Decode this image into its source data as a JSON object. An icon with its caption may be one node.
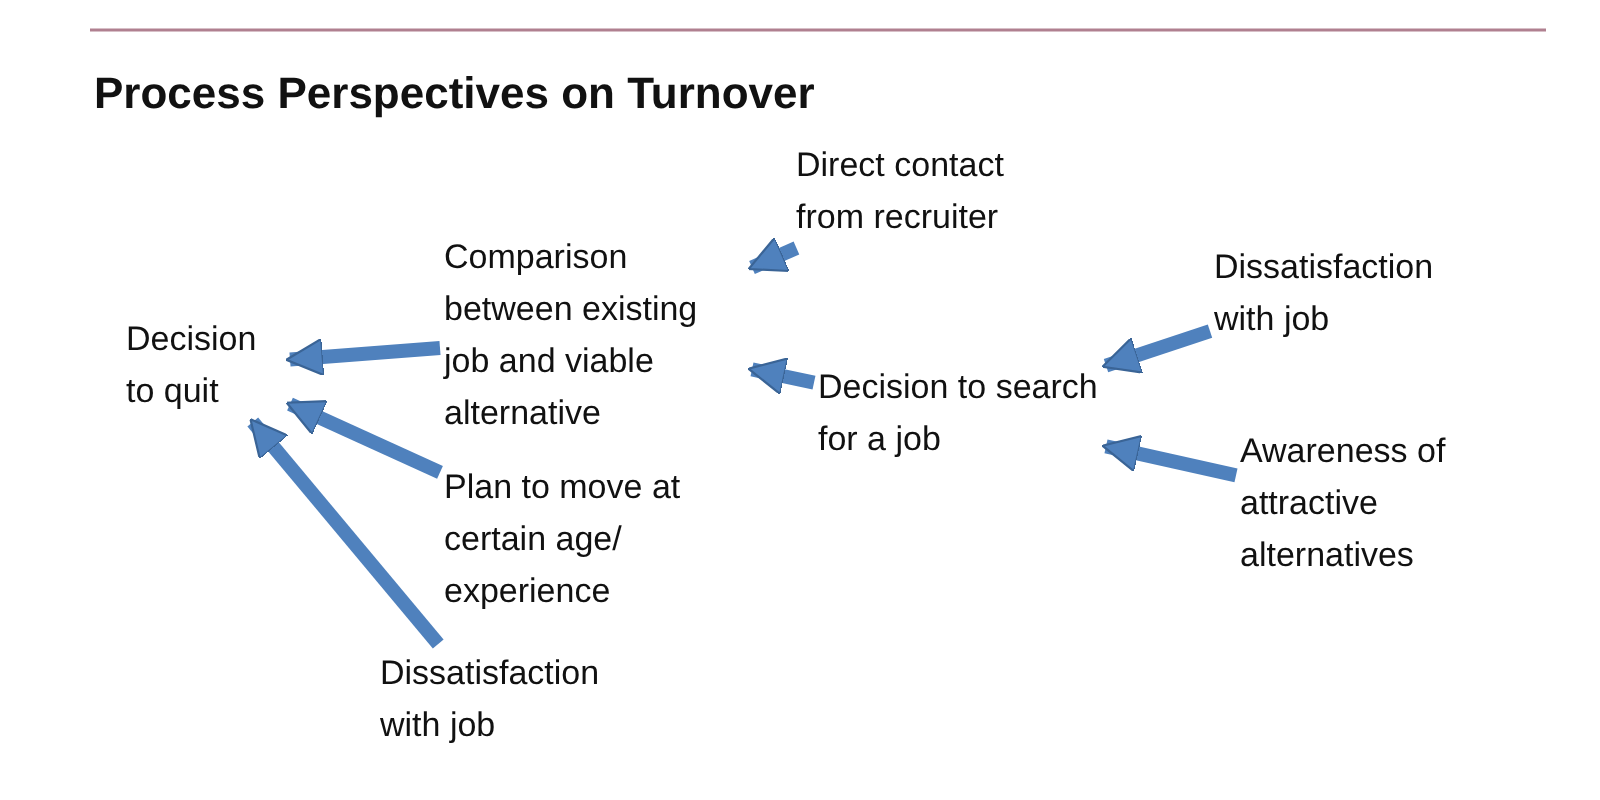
{
  "diagram": {
    "title": "Process Perspectives on Turnover",
    "nodes": [
      {
        "text": [
          "Decision to quit"
        ]
      },
      {
        "text": [
          "Comparison between existing job and viable alternative"
        ]
      },
      {
        "text": [
          "Direct contact from recruiter"
        ]
      },
      {
        "text": [
          "Dissatisfaction with job"
        ]
      },
      {
        "text": [
          "Decision to search for a job"
        ]
      },
      {
        "text": [
          "Awareness of attractive alternatives"
        ]
      },
      {
        "text": [
          "Plan to move at certain age/ experience"
        ]
      },
      {
        "text": [
          "Dissatisfaction with job"
        ]
      }
    ],
    "edges": [
      {
        "from": 2,
        "to": 1,
        "arrow": "to"
      },
      {
        "from": 1,
        "to": 0,
        "arrow": "to"
      },
      {
        "from": 3,
        "to": 4,
        "arrow": "to"
      },
      {
        "from": 4,
        "to": 1,
        "arrow": "to"
      },
      {
        "from": 5,
        "to": 4,
        "arrow": "to"
      },
      {
        "from": 6,
        "to": 0,
        "arrow": "to"
      },
      {
        "from": 7,
        "to": 0,
        "arrow": "to"
      }
    ]
  }
}
